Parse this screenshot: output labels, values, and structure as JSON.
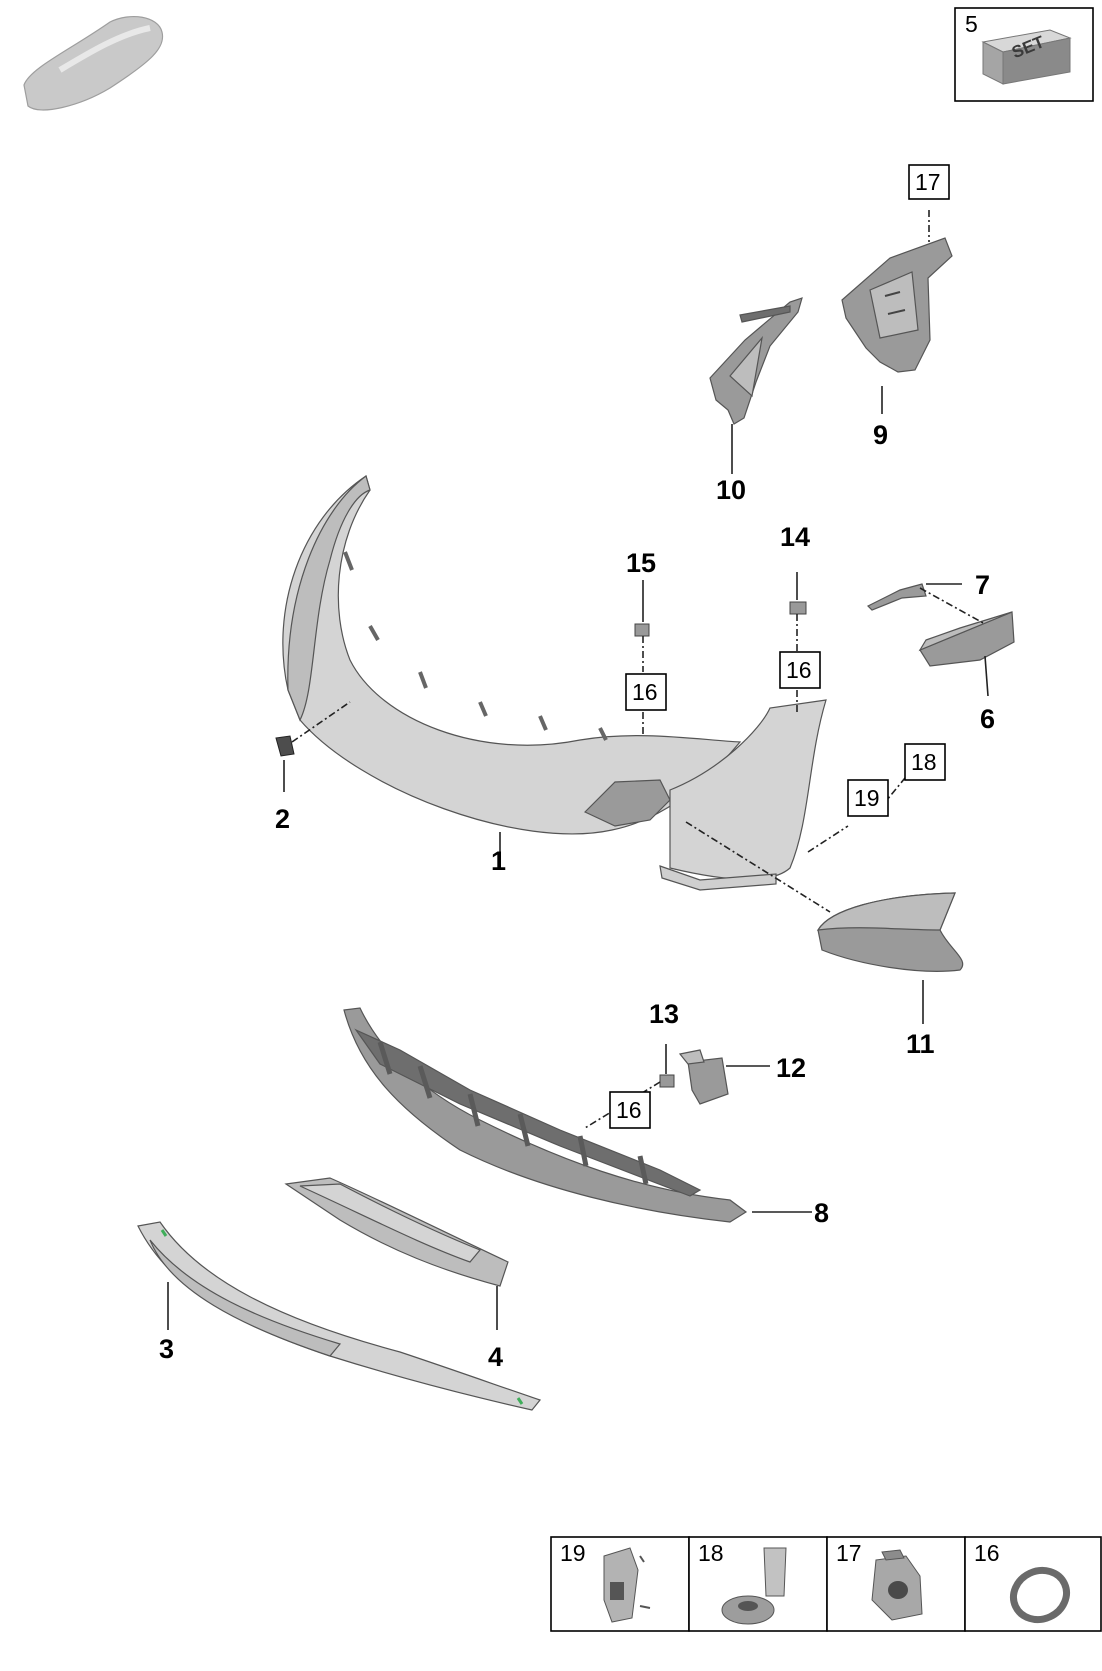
{
  "diagram": {
    "set_box": {
      "number": "5",
      "badge": "SET"
    },
    "callouts": [
      {
        "id": "1",
        "label": "1"
      },
      {
        "id": "2",
        "label": "2"
      },
      {
        "id": "3",
        "label": "3"
      },
      {
        "id": "4",
        "label": "4"
      },
      {
        "id": "6",
        "label": "6"
      },
      {
        "id": "7",
        "label": "7"
      },
      {
        "id": "8",
        "label": "8"
      },
      {
        "id": "9",
        "label": "9"
      },
      {
        "id": "10",
        "label": "10"
      },
      {
        "id": "11",
        "label": "11"
      },
      {
        "id": "12",
        "label": "12"
      },
      {
        "id": "13",
        "label": "13"
      },
      {
        "id": "14",
        "label": "14"
      },
      {
        "id": "15",
        "label": "15"
      }
    ],
    "boxed_refs": [
      {
        "id": "17-top",
        "label": "17"
      },
      {
        "id": "16-a",
        "label": "16"
      },
      {
        "id": "16-b",
        "label": "16"
      },
      {
        "id": "16-c",
        "label": "16"
      },
      {
        "id": "18",
        "label": "18"
      },
      {
        "id": "19",
        "label": "19"
      }
    ],
    "legend": [
      {
        "number": "19",
        "icon": "clip-nut-icon"
      },
      {
        "number": "18",
        "icon": "rivet-screw-icon"
      },
      {
        "number": "17",
        "icon": "speed-nut-icon"
      },
      {
        "number": "16",
        "icon": "seal-ring-icon"
      }
    ]
  }
}
